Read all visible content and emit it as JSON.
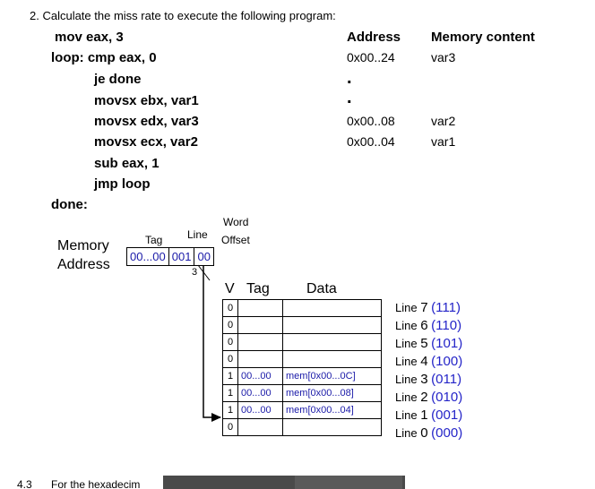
{
  "question": "2.  Calculate the miss rate to execute the following program:",
  "program": {
    "l1": "mov  eax, 3",
    "l2": "loop: cmp  eax, 0",
    "l3": "je   done",
    "l4": "movsx  ebx, var1",
    "l5": "movsx  edx, var3",
    "l6": "movsx  ecx, var2",
    "l7": "sub   eax, 1",
    "l8": "jmp  loop",
    "l9": "done:"
  },
  "memory_table": {
    "address_header": "Address",
    "content_header": "Memory content",
    "rows": [
      {
        "address": "0x00..24",
        "content": "var3"
      },
      {
        "address": "0x00..08",
        "content": "var2"
      },
      {
        "address": "0x00..04",
        "content": "var1"
      }
    ],
    "dot": "."
  },
  "diagram": {
    "memory_label_1": "Memory",
    "memory_label_2": "Address",
    "tag_label": "Tag",
    "line_label": "Line",
    "word_label": "Word",
    "offset_label": "Offset",
    "tag_bits": "00...00",
    "line_bits": "001",
    "offset_bits": "00",
    "width_mark": "3",
    "v_header": "V",
    "tag_header": "Tag",
    "data_header": "Data",
    "rows": [
      {
        "v": "0",
        "tag": "",
        "data": ""
      },
      {
        "v": "0",
        "tag": "",
        "data": ""
      },
      {
        "v": "0",
        "tag": "",
        "data": ""
      },
      {
        "v": "0",
        "tag": "",
        "data": ""
      },
      {
        "v": "1",
        "tag": "00...00",
        "data": "mem[0x00...0C]"
      },
      {
        "v": "1",
        "tag": "00...00",
        "data": "mem[0x00...08]"
      },
      {
        "v": "1",
        "tag": "00...00",
        "data": "mem[0x00...04]"
      },
      {
        "v": "0",
        "tag": "",
        "data": ""
      }
    ],
    "lines": [
      {
        "word": "Line",
        "num": "7",
        "bits": "(111)"
      },
      {
        "word": "Line",
        "num": "6",
        "bits": "(110)"
      },
      {
        "word": "Line",
        "num": "5",
        "bits": "(101)"
      },
      {
        "word": "Line",
        "num": "4",
        "bits": "(100)"
      },
      {
        "word": "Line",
        "num": "3",
        "bits": "(011)"
      },
      {
        "word": "Line",
        "num": "2",
        "bits": "(010)"
      },
      {
        "word": "Line",
        "num": "1",
        "bits": "(001)"
      },
      {
        "word": "Line",
        "num": "0",
        "bits": "(000)"
      }
    ]
  },
  "footer": {
    "number": "4.3",
    "text": "For the hexadecim"
  },
  "colors": {
    "bits_blue": "#1a1aa8",
    "line_bits_blue": "#2424c8"
  }
}
